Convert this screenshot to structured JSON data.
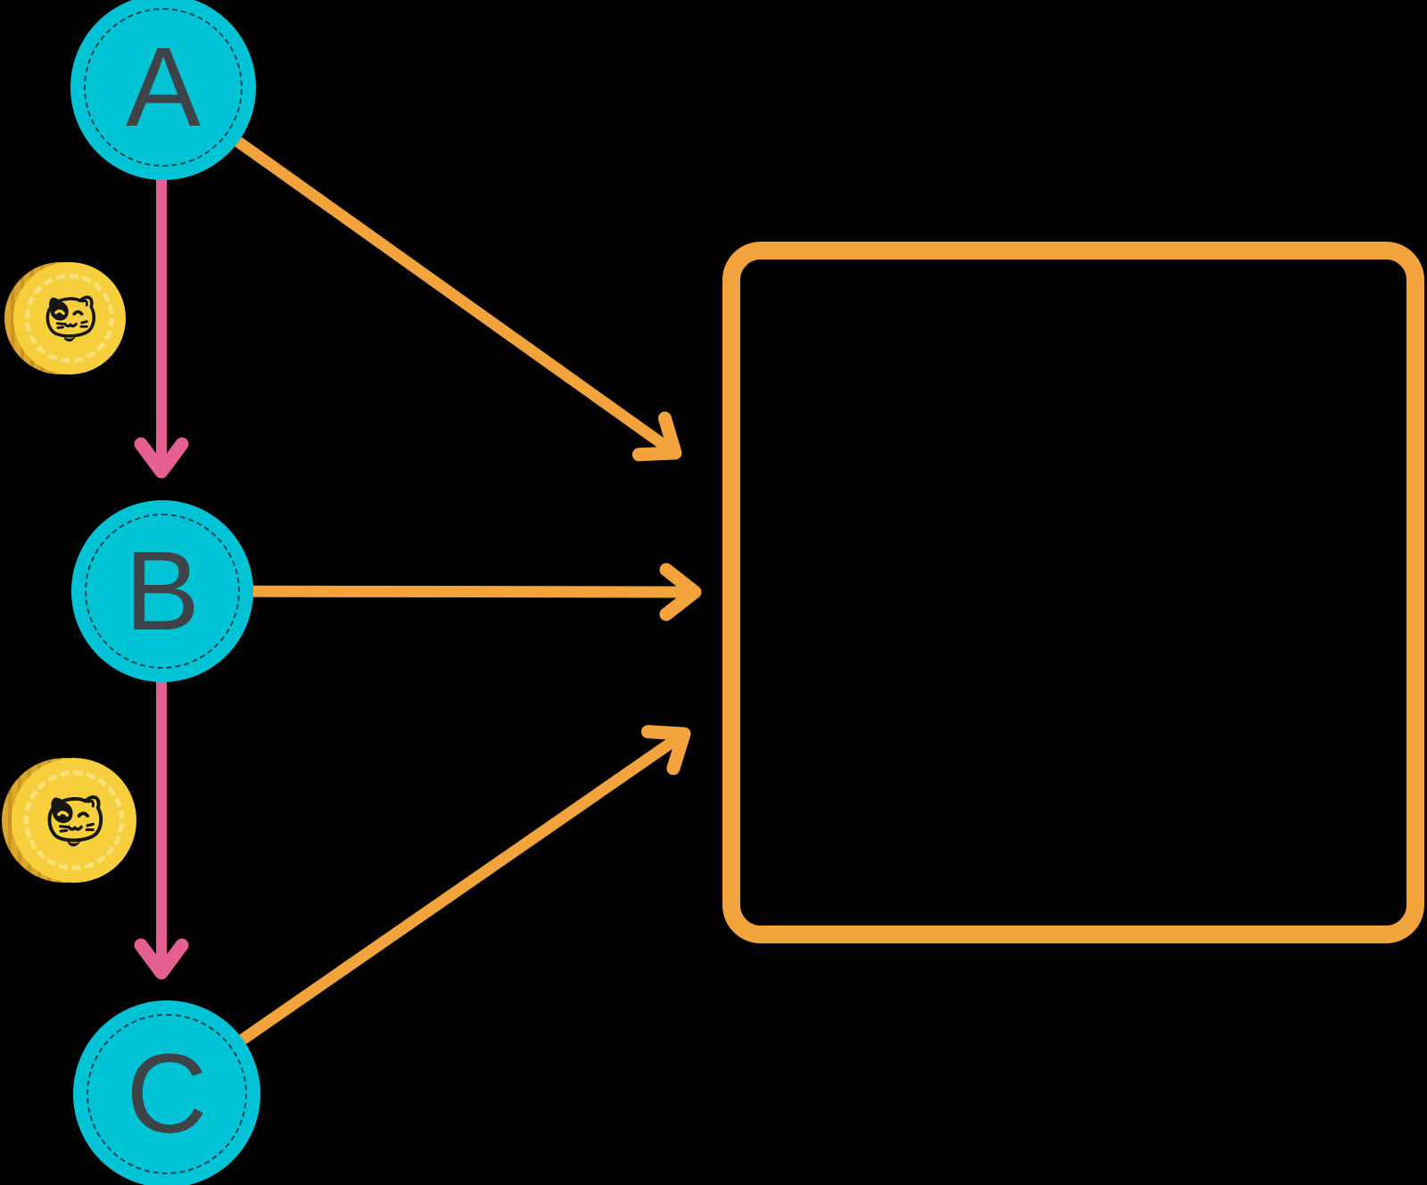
{
  "diagram": {
    "nodes": [
      {
        "id": "A",
        "label": "A"
      },
      {
        "id": "B",
        "label": "B"
      },
      {
        "id": "C",
        "label": "C"
      }
    ],
    "box": {
      "label": ""
    },
    "edges": [
      {
        "from": "A",
        "to": "B",
        "style": "pink-down-arrow",
        "badge": "cat-coin"
      },
      {
        "from": "B",
        "to": "C",
        "style": "pink-down-arrow",
        "badge": "cat-coin"
      },
      {
        "from": "A",
        "to": "box",
        "style": "orange-arrow"
      },
      {
        "from": "B",
        "to": "box",
        "style": "orange-arrow"
      },
      {
        "from": "C",
        "to": "box",
        "style": "orange-arrow"
      }
    ],
    "icons": {
      "coin": "maneki-neko-cat-coin-icon"
    },
    "colors": {
      "background": "#000000",
      "node_fill": "#00C3D6",
      "node_dashed_ring": "#062A30",
      "node_label": "#3E4347",
      "pink_arrow": "#E65F91",
      "orange_arrow": "#F2A33C",
      "box_border": "#F2A33C",
      "coin_face": "#F7CF3C",
      "coin_edge": "#DDA72C",
      "coin_dashed_ring": "#FBE07E",
      "coin_cat": "#161616"
    }
  }
}
